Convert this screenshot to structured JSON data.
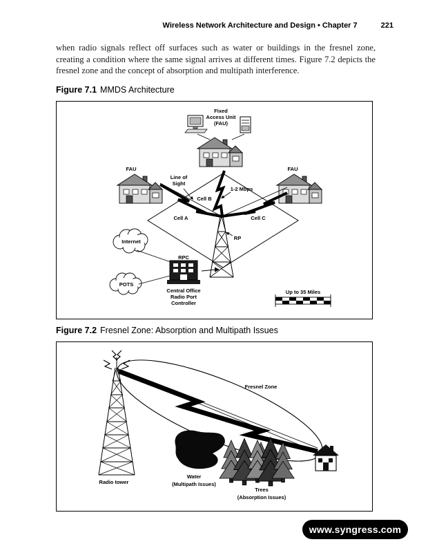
{
  "header": {
    "title": "Wireless Network Architecture and Design • Chapter 7",
    "page_number": "221"
  },
  "body_text": "when radio signals reflect off surfaces such as water or buildings in the fresnel zone, creating a condition where the same signal arrives at different times. Figure 7.2 depicts the fresnel zone and the concept of absorption and multipath interference.",
  "figure1": {
    "caption_label": "Figure 7.1",
    "caption_title": "MMDS Architecture",
    "fixed_access_unit": [
      "Fixed",
      "Access Unit",
      "(FAU)"
    ],
    "fau_left": "FAU",
    "fau_right": "FAU",
    "line_of_sight": [
      "Line of",
      "Sight"
    ],
    "cell_a": "Cell A",
    "cell_b": "Cell B",
    "cell_c": "Cell C",
    "bandwidth": "1-2 Mbps",
    "rp": "RP",
    "internet": "Internet",
    "pots": "POTS",
    "rpc": "RPC",
    "central_office": [
      "Central Office",
      "Radio Port",
      "Controller"
    ],
    "scale_label": "Up to 35 Miles"
  },
  "figure2": {
    "caption_label": "Figure 7.2",
    "caption_title": "Fresnel Zone: Absorption and Multipath Issues",
    "fresnel_zone": "Fresnel Zone",
    "radio_tower": "Radio tower",
    "water": [
      "Water",
      "(Multipath Issues)"
    ],
    "trees": [
      "Trees",
      "(Absorption Issues)"
    ]
  },
  "footer": {
    "website": "www.syngress.com"
  },
  "colors": {
    "page_bg": "#ffffff",
    "ink": "#000000",
    "footer_pill_bg": "#000000",
    "footer_text": "#ffffff"
  }
}
